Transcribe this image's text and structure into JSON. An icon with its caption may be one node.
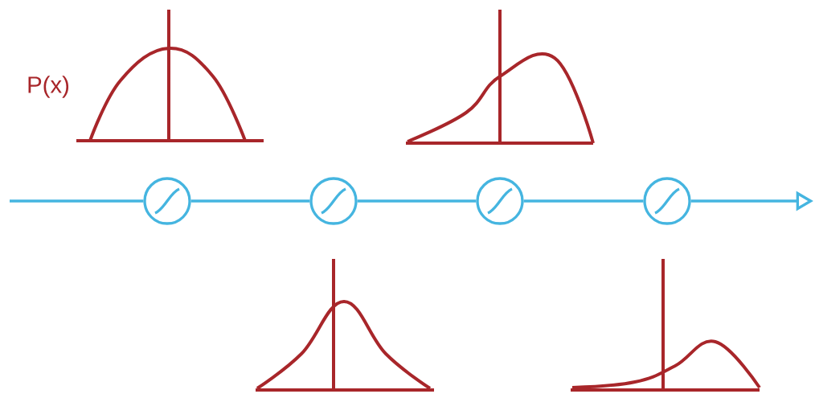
{
  "diagram": {
    "nodes": [
      {
        "text": [],
        "shape": "circle"
      },
      {
        "text": [],
        "shape": "circle"
      },
      {
        "text": [],
        "shape": "circle"
      },
      {
        "text": [],
        "shape": "circle"
      }
    ],
    "edges": [
      {
        "from": null,
        "to": 0,
        "arrow": "none"
      },
      {
        "from": 0,
        "to": 1,
        "arrow": "none"
      },
      {
        "from": 1,
        "to": 2,
        "arrow": "none"
      },
      {
        "from": 2,
        "to": 3,
        "arrow": "none"
      },
      {
        "from": 3,
        "to": null,
        "arrow": "to"
      }
    ],
    "labels": [
      "P(x)"
    ]
  }
}
